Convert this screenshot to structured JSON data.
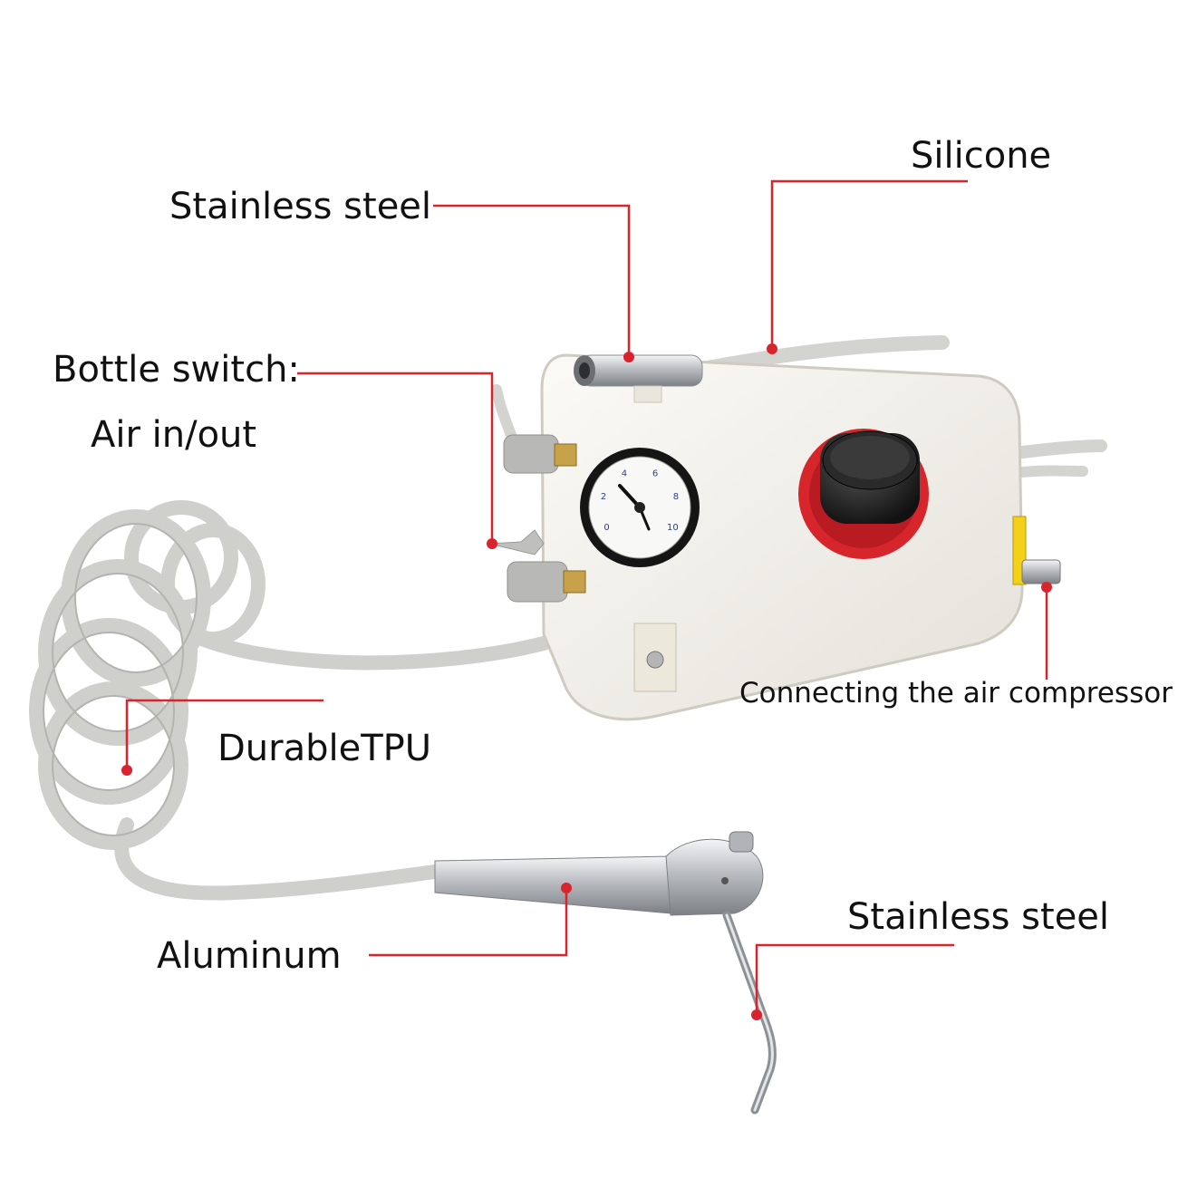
{
  "colors": {
    "leader": "#d9232d",
    "device_body": "#f2f0ea",
    "hose": "#d3d3cf",
    "regulator_red": "#d6262c",
    "metal": "#c9ccd0"
  },
  "labels": {
    "silicone": "Silicone",
    "stainless_top": "Stainless steel",
    "bottle_switch": "Bottle switch:",
    "air_in_out": "Air in/out",
    "connecting": "Connecting the air compressor",
    "durable_tpu": "DurableTPU",
    "aluminum": "Aluminum",
    "stainless_bottom": "Stainless steel"
  },
  "gauge": {
    "ticks": [
      "0",
      "2",
      "4",
      "6",
      "8",
      "10"
    ]
  }
}
